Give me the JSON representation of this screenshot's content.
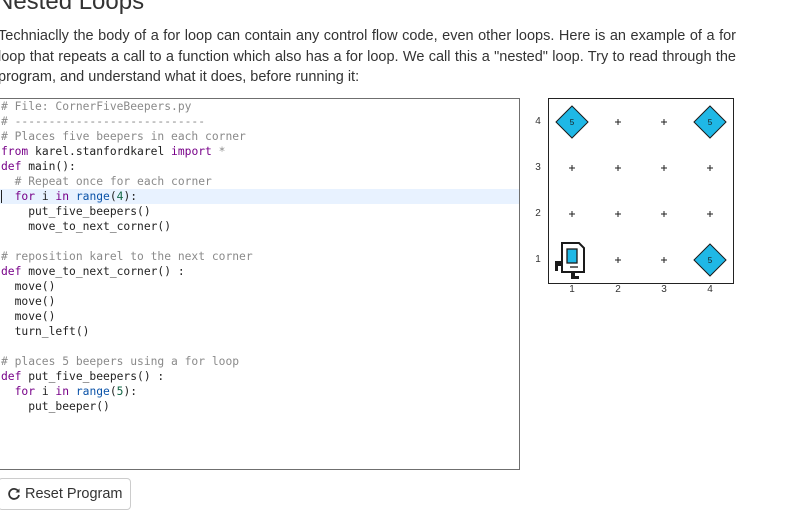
{
  "lesson": {
    "title": "Nested Loops",
    "intro": "Techniaclly the body of a for loop can contain any control flow code, even other loops. Here is an example of a for loop that repeats a call to a function which also has a for loop. We call this a \"nested\" loop. Try to read through the program, and understand what it does, before running it:"
  },
  "code": {
    "active_line": 6,
    "lines": [
      [
        [
          "cm",
          "# File: CornerFiveBeepers.py"
        ]
      ],
      [
        [
          "cm",
          "# ----------------------------"
        ]
      ],
      [
        [
          "cm",
          "# Places five beepers in each corner"
        ]
      ],
      [
        [
          "kw",
          "from"
        ],
        [
          "",
          " karel.stanfordkarel "
        ],
        [
          "kw",
          "import"
        ],
        [
          "",
          " "
        ],
        [
          "cm",
          "*"
        ]
      ],
      [
        [
          "kw",
          "def"
        ],
        [
          "",
          " main():"
        ]
      ],
      [
        [
          "",
          "  "
        ],
        [
          "cm",
          "# Repeat once for each corner"
        ]
      ],
      [
        [
          "",
          "  "
        ],
        [
          "kw",
          "for"
        ],
        [
          "",
          " i "
        ],
        [
          "kw",
          "in"
        ],
        [
          "",
          " "
        ],
        [
          "bi",
          "range"
        ],
        [
          "",
          "("
        ],
        [
          "nm",
          "4"
        ],
        [
          "",
          "):"
        ]
      ],
      [
        [
          "",
          "    put_five_beepers()"
        ]
      ],
      [
        [
          "",
          "    move_to_next_corner()"
        ]
      ],
      [],
      [
        [
          "cm",
          "# reposition karel to the next corner"
        ]
      ],
      [
        [
          "kw",
          "def"
        ],
        [
          "",
          " move_to_next_corner() :"
        ]
      ],
      [
        [
          "",
          "  move()"
        ]
      ],
      [
        [
          "",
          "  move()"
        ]
      ],
      [
        [
          "",
          "  move()"
        ]
      ],
      [
        [
          "",
          "  turn_left()"
        ]
      ],
      [],
      [
        [
          "cm",
          "# places 5 beepers using a for loop"
        ]
      ],
      [
        [
          "kw",
          "def"
        ],
        [
          "",
          " put_five_beepers() :"
        ]
      ],
      [
        [
          "",
          "  "
        ],
        [
          "kw",
          "for"
        ],
        [
          "",
          " i "
        ],
        [
          "kw",
          "in"
        ],
        [
          "",
          " "
        ],
        [
          "bi",
          "range"
        ],
        [
          "",
          "("
        ],
        [
          "nm",
          "5"
        ],
        [
          "",
          "):"
        ]
      ],
      [
        [
          "",
          "    put_beeper()"
        ]
      ]
    ]
  },
  "world": {
    "cols": [
      "1",
      "2",
      "3",
      "4"
    ],
    "rows": [
      "1",
      "2",
      "3",
      "4"
    ],
    "beeper_color": "#1fb8e6",
    "beepers": [
      {
        "col": 1,
        "row": 4,
        "count": "5"
      },
      {
        "col": 4,
        "row": 4,
        "count": "5"
      },
      {
        "col": 4,
        "row": 1,
        "count": "5"
      }
    ],
    "karel": {
      "col": 1,
      "row": 1,
      "facing": "east",
      "icon": "karel-robot-icon"
    }
  },
  "controls": {
    "reset_label": "Reset Program",
    "reset_icon": "refresh-icon"
  }
}
